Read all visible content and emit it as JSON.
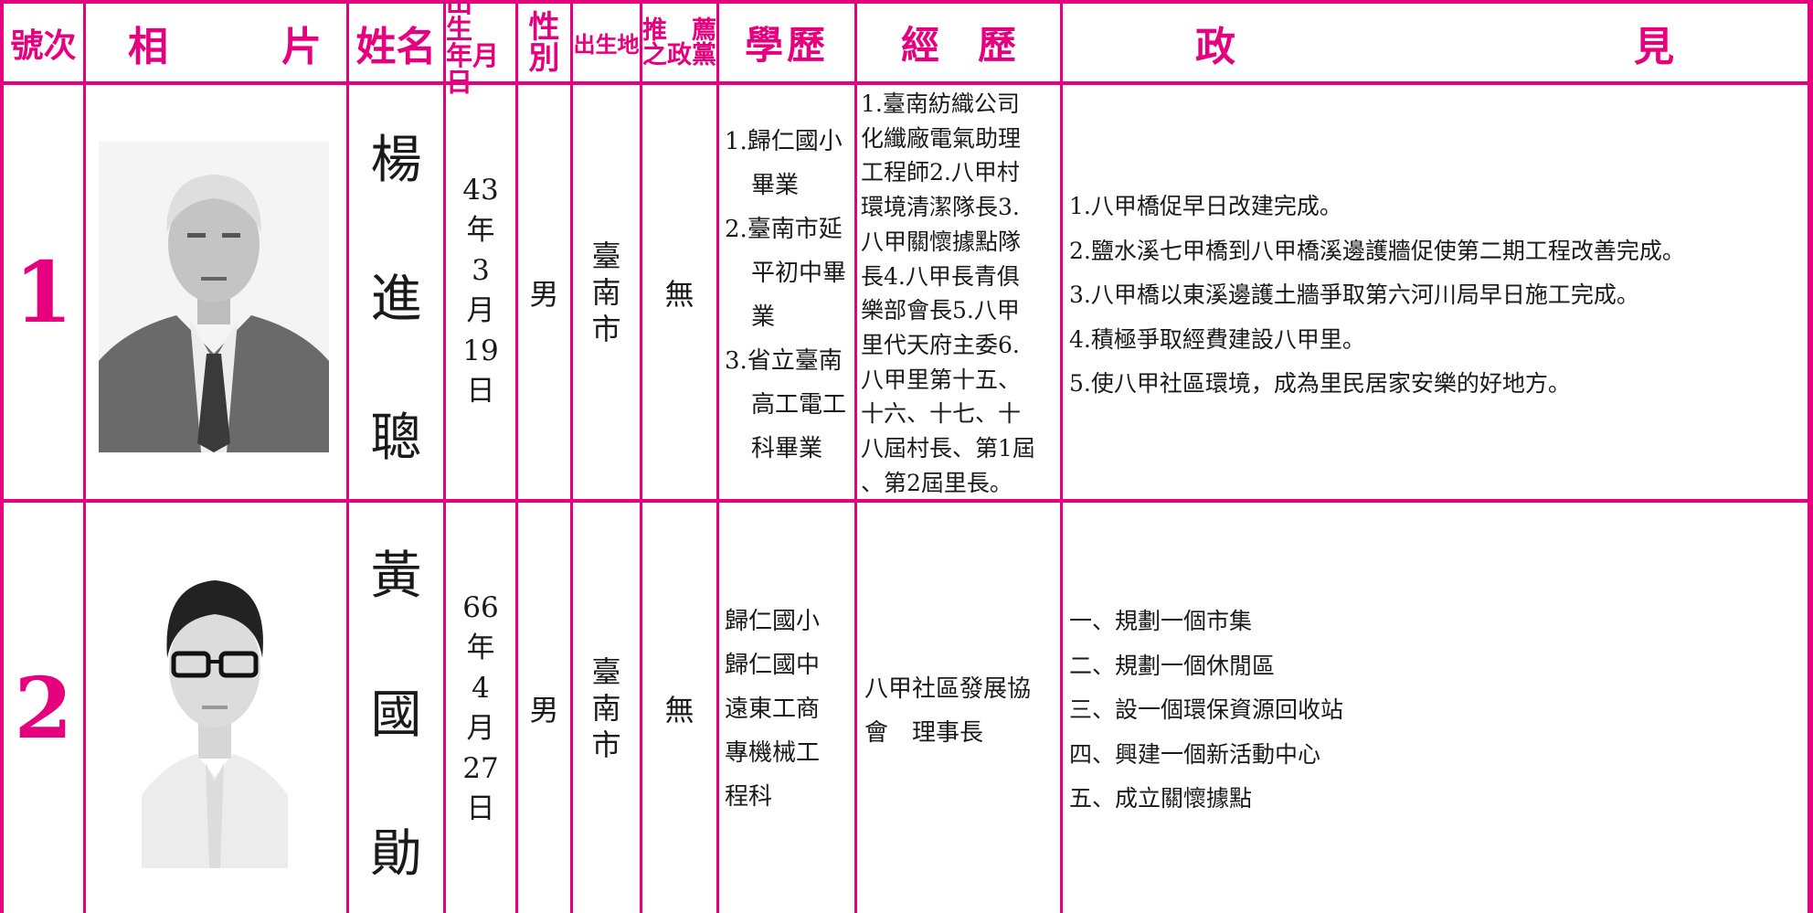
{
  "headers": {
    "number": "號次",
    "photo_a": "相",
    "photo_b": "片",
    "name": "姓名",
    "birth_line1": "出　生",
    "birth_line2": "年月日",
    "gender_line1": "性",
    "gender_line2": "別",
    "birthplace": "出生地",
    "party_line1": "推　薦",
    "party_line2": "之政黨",
    "education": "學歷",
    "experience": "經　歷",
    "platform_a": "政",
    "platform_b": "見"
  },
  "candidates": [
    {
      "number": "1",
      "name": [
        "楊",
        "進",
        "聰"
      ],
      "birth": [
        "43",
        "年",
        "3",
        "月",
        "19",
        "日"
      ],
      "gender": "男",
      "birthplace": [
        "臺",
        "南",
        "市"
      ],
      "party": "無",
      "education": [
        "1.歸仁國小畢業",
        "2.臺南市延平初中畢業",
        "3.省立臺南高工電工科畢業"
      ],
      "experience": [
        "1.臺南紡織公司",
        "化纖廠電氣助理",
        "工程師2.八甲村",
        "環境清潔隊長3.",
        "八甲關懷據點隊",
        "長4.八甲長青俱",
        "樂部會長5.八甲",
        "里代天府主委6.",
        "八甲里第十五、",
        "十六、十七、十",
        "八屆村長、第1屆",
        "、第2屆里長。"
      ],
      "platform": [
        "1.八甲橋促早日改建完成。",
        "2.鹽水溪七甲橋到八甲橋溪邊護牆促使第二期工程改善完成。",
        "3.八甲橋以東溪邊護土牆爭取第六河川局早日施工完成。",
        "4.積極爭取經費建設八甲里。",
        "5.使八甲社區環境，成為里民居家安樂的好地方。"
      ]
    },
    {
      "number": "2",
      "name": [
        "黃",
        "國",
        "勛"
      ],
      "birth": [
        "66",
        "年",
        "4",
        "月",
        "27",
        "日"
      ],
      "gender": "男",
      "birthplace": [
        "臺",
        "南",
        "市"
      ],
      "party": "無",
      "education": [
        "歸仁國小",
        "歸仁國中",
        "遠東工商",
        "專機械工",
        "程科"
      ],
      "experience": [
        "八甲社區發展協",
        "會　理事長"
      ],
      "platform": [
        "一、規劃一個市集",
        "二、規劃一個休閒區",
        "三、設一個環保資源回收站",
        "四、興建一個新活動中心",
        "五、成立關懷據點"
      ]
    }
  ]
}
